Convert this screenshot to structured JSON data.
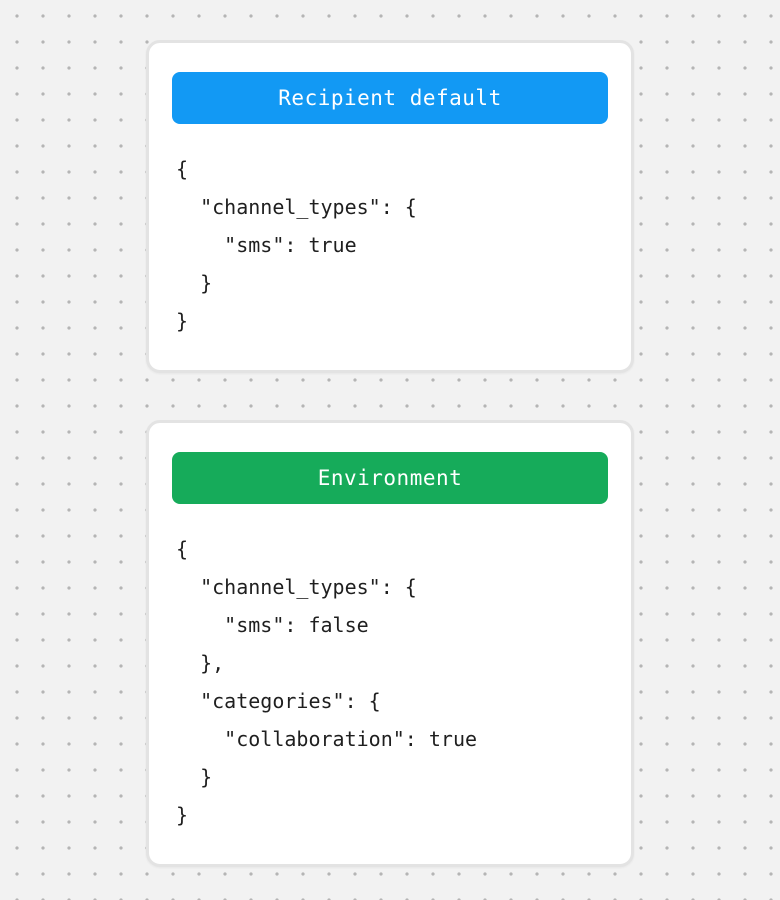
{
  "theme": {
    "canvas_bg": "#f2f2f2",
    "dot_color": "#b5b5b5",
    "card_bg": "#ffffff",
    "card_border": "#e3e3e3",
    "header_text": "#ffffff",
    "code_text": "#1f1f1f"
  },
  "cards": [
    {
      "header": {
        "label": "Recipient default",
        "color": "#1299f4"
      },
      "code": "{\n  \"channel_types\": {\n    \"sms\": true\n  }\n}"
    },
    {
      "header": {
        "label": "Environment",
        "color": "#16ab5a"
      },
      "code": "{\n  \"channel_types\": {\n    \"sms\": false\n  },\n  \"categories\": {\n    \"collaboration\": true\n  }\n}"
    }
  ]
}
